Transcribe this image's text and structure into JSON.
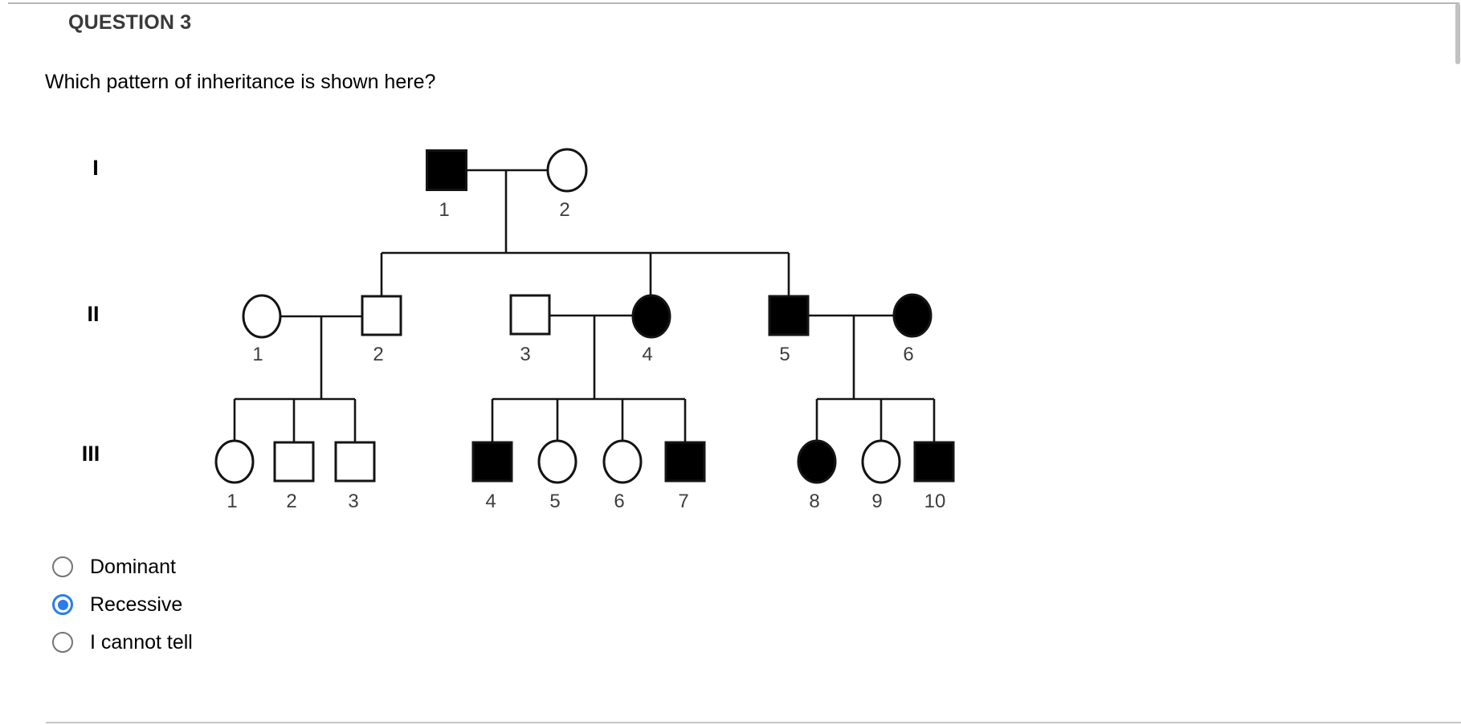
{
  "header": {
    "title": "QUESTION 3"
  },
  "question": {
    "text": "Which pattern of inheritance is shown here?"
  },
  "pedigree": {
    "diagram_type": "pedigree-chart",
    "generation_labels": [
      "I",
      "II",
      "III"
    ],
    "colors": {
      "affected_fill": "#000000",
      "unaffected_fill": "#ffffff",
      "line": "#141414"
    },
    "individuals": [
      {
        "num": "1",
        "generation": "I",
        "sex": "male",
        "affected": true
      },
      {
        "num": "2",
        "generation": "I",
        "sex": "female",
        "affected": false
      },
      {
        "num": "1",
        "generation": "II",
        "sex": "female",
        "affected": false
      },
      {
        "num": "2",
        "generation": "II",
        "sex": "male",
        "affected": false
      },
      {
        "num": "3",
        "generation": "II",
        "sex": "male",
        "affected": false
      },
      {
        "num": "4",
        "generation": "II",
        "sex": "female",
        "affected": true
      },
      {
        "num": "5",
        "generation": "II",
        "sex": "male",
        "affected": true
      },
      {
        "num": "6",
        "generation": "II",
        "sex": "female",
        "affected": true
      },
      {
        "num": "1",
        "generation": "III",
        "sex": "female",
        "affected": false
      },
      {
        "num": "2",
        "generation": "III",
        "sex": "male",
        "affected": false
      },
      {
        "num": "3",
        "generation": "III",
        "sex": "male",
        "affected": false
      },
      {
        "num": "4",
        "generation": "III",
        "sex": "male",
        "affected": true
      },
      {
        "num": "5",
        "generation": "III",
        "sex": "female",
        "affected": false
      },
      {
        "num": "6",
        "generation": "III",
        "sex": "female",
        "affected": false
      },
      {
        "num": "7",
        "generation": "III",
        "sex": "male",
        "affected": true
      },
      {
        "num": "8",
        "generation": "III",
        "sex": "female",
        "affected": true
      },
      {
        "num": "9",
        "generation": "III",
        "sex": "female",
        "affected": false
      },
      {
        "num": "10",
        "generation": "III",
        "sex": "male",
        "affected": true
      }
    ]
  },
  "options": [
    {
      "label": "Dominant",
      "selected": false
    },
    {
      "label": "Recessive",
      "selected": true
    },
    {
      "label": "I cannot tell",
      "selected": false
    }
  ],
  "accent_color": "#2b7de9"
}
